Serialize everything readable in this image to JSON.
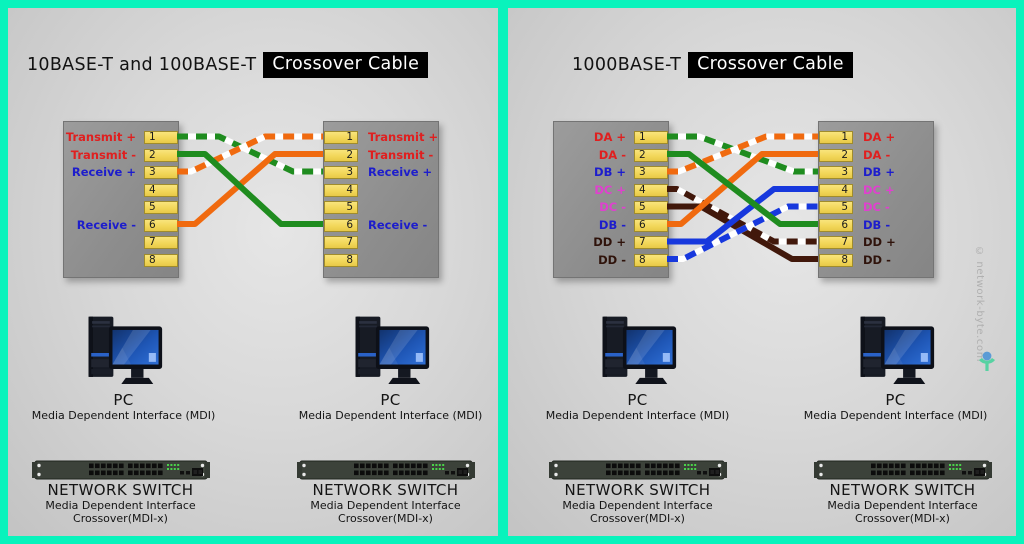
{
  "page": {
    "background": "#09f3bc"
  },
  "watermark": {
    "text": "© network-byte.com"
  },
  "colors": {
    "wire": {
      "green": "#1f8c1f",
      "orange": "#f06a0f",
      "blue": "#1738dd",
      "brown": "#41180b",
      "white": "#ffffff"
    },
    "label": {
      "red": "#e01f1f",
      "blue": "#1d1dcc",
      "magenta": "#e040cf",
      "dark": "#2f130b"
    }
  },
  "panels": [
    {
      "title_plain": "10BASE-T and 100BASE-T",
      "title_highlight": "Crossover Cable",
      "pins_left": [
        {
          "num": "1",
          "label": "Transmit +",
          "color": "red"
        },
        {
          "num": "2",
          "label": "Transmit -",
          "color": "red"
        },
        {
          "num": "3",
          "label": "Receive +",
          "color": "blue"
        },
        {
          "num": "4",
          "label": "",
          "color": ""
        },
        {
          "num": "5",
          "label": "",
          "color": ""
        },
        {
          "num": "6",
          "label": "Receive -",
          "color": "blue"
        },
        {
          "num": "7",
          "label": "",
          "color": ""
        },
        {
          "num": "8",
          "label": "",
          "color": ""
        }
      ],
      "pins_right": [
        {
          "num": "1",
          "label": "Transmit +",
          "color": "red"
        },
        {
          "num": "2",
          "label": "Transmit -",
          "color": "red"
        },
        {
          "num": "3",
          "label": "Receive +",
          "color": "blue"
        },
        {
          "num": "4",
          "label": "",
          "color": ""
        },
        {
          "num": "5",
          "label": "",
          "color": ""
        },
        {
          "num": "6",
          "label": "Receive -",
          "color": "blue"
        },
        {
          "num": "7",
          "label": "",
          "color": ""
        },
        {
          "num": "8",
          "label": "",
          "color": ""
        }
      ],
      "wires": [
        {
          "from": 1,
          "to": 3,
          "color": "green",
          "striped": true,
          "s1": 42,
          "s2": 30
        },
        {
          "from": 3,
          "to": 1,
          "color": "orange",
          "striped": true,
          "s1": 14,
          "s2": 58
        },
        {
          "from": 6,
          "to": 2,
          "color": "orange",
          "striped": false,
          "s1": 18,
          "s2": 48
        },
        {
          "from": 2,
          "to": 6,
          "color": "green",
          "striped": false,
          "s1": 28,
          "s2": 42
        }
      ],
      "devices": {
        "pc_title": "PC",
        "pc_subtitle": "Media Dependent Interface (MDI)",
        "switch_title": "NETWORK SWITCH",
        "switch_subtitle": "Media Dependent Interface Crossover(MDI-x)"
      }
    },
    {
      "title_plain": "1000BASE-T",
      "title_highlight": "Crossover Cable",
      "pins_left": [
        {
          "num": "1",
          "label": "DA +",
          "color": "red"
        },
        {
          "num": "2",
          "label": "DA -",
          "color": "red"
        },
        {
          "num": "3",
          "label": "DB +",
          "color": "blue"
        },
        {
          "num": "4",
          "label": "DC +",
          "color": "magenta"
        },
        {
          "num": "5",
          "label": "DC -",
          "color": "magenta"
        },
        {
          "num": "6",
          "label": "DB -",
          "color": "blue"
        },
        {
          "num": "7",
          "label": "DD +",
          "color": "dark"
        },
        {
          "num": "8",
          "label": "DD -",
          "color": "dark"
        }
      ],
      "pins_right": [
        {
          "num": "1",
          "label": "DA +",
          "color": "red"
        },
        {
          "num": "2",
          "label": "DA -",
          "color": "red"
        },
        {
          "num": "3",
          "label": "DB +",
          "color": "blue"
        },
        {
          "num": "4",
          "label": "DC +",
          "color": "magenta"
        },
        {
          "num": "5",
          "label": "DC -",
          "color": "magenta"
        },
        {
          "num": "6",
          "label": "DB -",
          "color": "blue"
        },
        {
          "num": "7",
          "label": "DD +",
          "color": "dark"
        },
        {
          "num": "8",
          "label": "DD -",
          "color": "dark"
        }
      ],
      "wires": [
        {
          "from": 1,
          "to": 3,
          "color": "green",
          "striped": true,
          "s1": 32,
          "s2": 24
        },
        {
          "from": 3,
          "to": 1,
          "color": "orange",
          "striped": true,
          "s1": 12,
          "s2": 52
        },
        {
          "from": 4,
          "to": 7,
          "color": "brown",
          "striped": true,
          "s1": 10,
          "s2": 44
        },
        {
          "from": 5,
          "to": 8,
          "color": "brown",
          "striped": false,
          "s1": 34,
          "s2": 26
        },
        {
          "from": 8,
          "to": 5,
          "color": "blue",
          "striped": true,
          "s1": 16,
          "s2": 30
        },
        {
          "from": 7,
          "to": 4,
          "color": "blue",
          "striped": false,
          "s1": 40,
          "s2": 44
        },
        {
          "from": 6,
          "to": 2,
          "color": "orange",
          "striped": false,
          "s1": 14,
          "s2": 56
        },
        {
          "from": 2,
          "to": 6,
          "color": "green",
          "striped": false,
          "s1": 22,
          "s2": 38
        }
      ],
      "devices": {
        "pc_title": "PC",
        "pc_subtitle": "Media Dependent Interface (MDI)",
        "switch_title": "NETWORK SWITCH",
        "switch_subtitle": "Media Dependent Interface Crossover(MDI-x)"
      }
    }
  ]
}
